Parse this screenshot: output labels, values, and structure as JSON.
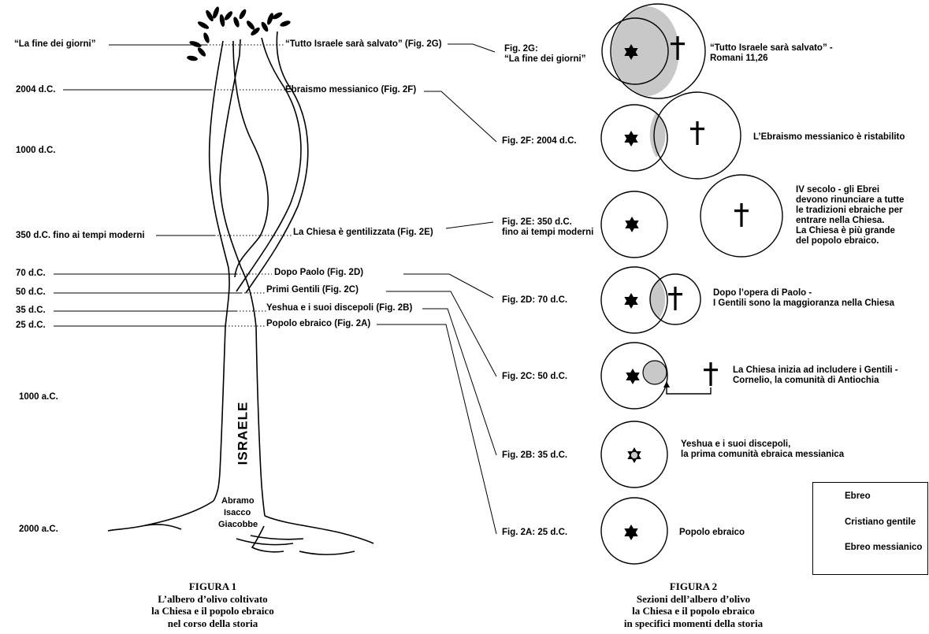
{
  "figure1": {
    "time_labels": [
      {
        "id": "fine",
        "text": "“La fine dei giorni”"
      },
      {
        "id": "2004",
        "text": "2004 d.C."
      },
      {
        "id": "1000dc",
        "text": "1000 d.C."
      },
      {
        "id": "350",
        "text": "350 d.C. fino ai tempi moderni"
      },
      {
        "id": "70",
        "text": "70 d.C."
      },
      {
        "id": "50",
        "text": "50 d.C."
      },
      {
        "id": "35",
        "text": "35 d.C."
      },
      {
        "id": "25",
        "text": "25 d.C."
      },
      {
        "id": "1000ac",
        "text": "1000 a.C."
      },
      {
        "id": "2000ac",
        "text": "2000 a.C."
      }
    ],
    "stage_labels": [
      {
        "id": "2G",
        "text": "“Tutto Israele sarà salvato” (Fig. 2G)"
      },
      {
        "id": "2F",
        "text": "Ebraismo messianico (Fig. 2F)"
      },
      {
        "id": "2E",
        "text": "La Chiesa è gentilizzata (Fig. 2E)"
      },
      {
        "id": "2D",
        "text": "Dopo Paolo (Fig. 2D)"
      },
      {
        "id": "2C",
        "text": "Primi Gentili (Fig. 2C)"
      },
      {
        "id": "2B",
        "text": "Yeshua e i suoi discepoli (Fig. 2B)"
      },
      {
        "id": "2A",
        "text": "Popolo ebraico (Fig. 2A)"
      }
    ],
    "trunk_label": "ISRAELE",
    "roots_label": [
      "Abramo",
      "Isacco",
      "Giacobbe"
    ],
    "caption": [
      "FIGURA 1",
      "L’albero d’olivo coltivato",
      "la Chiesa e il popolo ebraico",
      "nel corso della storia"
    ]
  },
  "figure2": {
    "sections": [
      {
        "id": "2G",
        "fig_label": [
          "Fig. 2G:",
          "“La fine dei giorni”"
        ],
        "description": [
          "“Tutto Israele sarà salvato” -",
          "Romani 11,26"
        ]
      },
      {
        "id": "2F",
        "fig_label": [
          "Fig. 2F: 2004 d.C."
        ],
        "description": [
          "L’Ebraismo messianico è ristabilito"
        ]
      },
      {
        "id": "2E",
        "fig_label": [
          "Fig. 2E: 350 d.C.",
          "fino ai tempi moderni"
        ],
        "description": [
          "IV secolo - gli Ebrei",
          "devono rinunciare a tutte",
          "le tradizioni ebraiche per",
          "entrare nella Chiesa.",
          "La Chiesa è più grande",
          "del popolo ebraico."
        ]
      },
      {
        "id": "2D",
        "fig_label": [
          "Fig. 2D: 70 d.C."
        ],
        "description": [
          "Dopo l’opera di Paolo -",
          "I Gentili sono la maggioranza nella Chiesa"
        ]
      },
      {
        "id": "2C",
        "fig_label": [
          "Fig. 2C: 50 d.C."
        ],
        "description": [
          "La Chiesa inizia ad includere i Gentili -",
          "Cornelio, la comunità di Antiochia"
        ]
      },
      {
        "id": "2B",
        "fig_label": [
          "Fig. 2B: 35 d.C."
        ],
        "description": [
          "Yeshua e i suoi discepoli,",
          "la prima comunità ebraica messianica"
        ]
      },
      {
        "id": "2A",
        "fig_label": [
          "Fig. 2A: 25 d.C."
        ],
        "description": [
          "Popolo ebraico"
        ]
      }
    ],
    "legend": [
      {
        "icon": "star-of-david-icon",
        "label": "Ebreo"
      },
      {
        "icon": "cross-icon",
        "label": "Cristiano gentile"
      },
      {
        "icon": "gray-square-icon",
        "label": "Ebreo messianico"
      }
    ],
    "caption": [
      "FIGURA 2",
      "Sezioni dell’albero d’olivo",
      "la Chiesa e il popolo ebraico",
      "in specifici momenti della storia"
    ]
  },
  "colors": {
    "ink": "#000000",
    "shade": "#c8c8c8",
    "paper": "#ffffff"
  }
}
